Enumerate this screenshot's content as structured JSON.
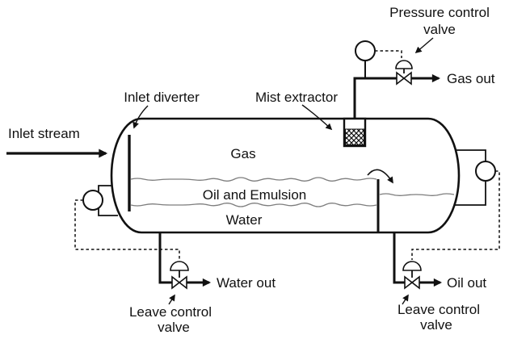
{
  "labels": {
    "inlet_stream": "Inlet stream",
    "inlet_diverter": "Inlet diverter",
    "mist_extractor": "Mist extractor",
    "pressure_control_valve": [
      "Pressure control",
      "valve"
    ],
    "leave_control_valve_water": [
      "Leave control",
      "valve"
    ],
    "leave_control_valve_oil": [
      "Leave control",
      "valve"
    ]
  },
  "phases": {
    "gas": "Gas",
    "oil": "Oil and Emulsion",
    "water": "Water"
  },
  "outlets": {
    "gas": "Gas out",
    "water": "Water out",
    "oil": "Oil out"
  },
  "colors": {
    "line": "#111111",
    "interface_line": "#7d7d7d",
    "background": "#ffffff"
  }
}
